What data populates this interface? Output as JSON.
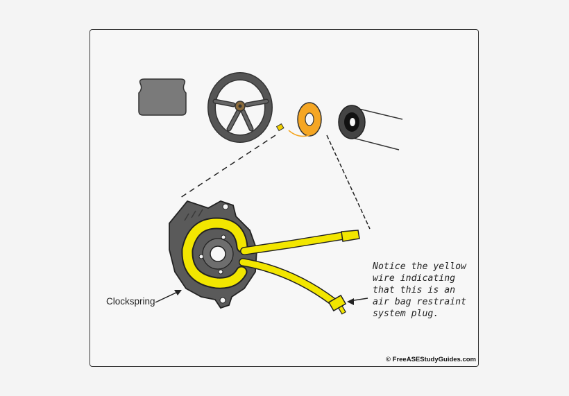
{
  "labels": {
    "clockspring": "Clockspring",
    "note": "Notice the yellow\nwire indicating\nthat this is an\nair bag restraint\nsystem plug.",
    "copyright": "© FreeASEStudyGuides.com"
  },
  "colors": {
    "airbag_cover": "#7a7a7a",
    "steering_wheel": "#4d4d4d",
    "clockspring_ring": "#f5a623",
    "wire": "#f2e600",
    "clockspring_body": "#5a5a5a"
  }
}
